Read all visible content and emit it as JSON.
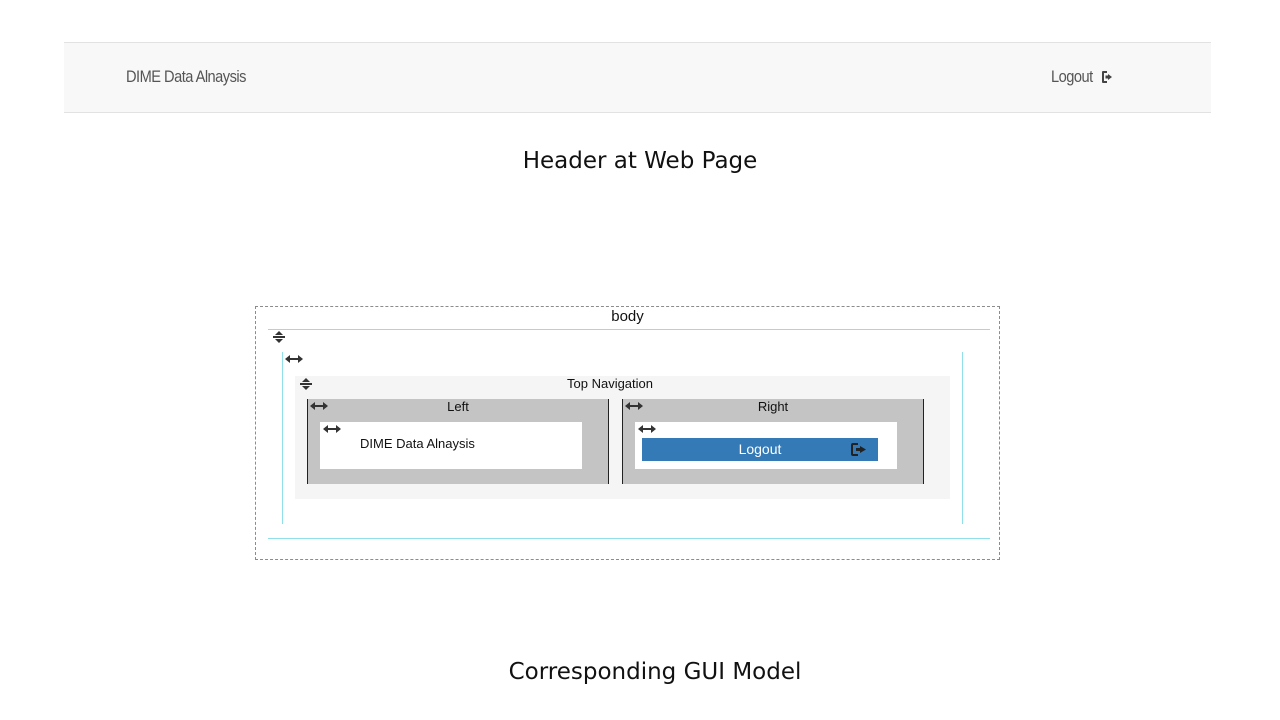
{
  "web_header": {
    "brand": "DIME Data Alnaysis",
    "logout_label": "Logout",
    "logout_icon": "sign-out-icon"
  },
  "captions": {
    "top": "Header at Web Page",
    "bottom": "Corresponding GUI Model"
  },
  "gui_model": {
    "body_label": "body",
    "top_nav_label": "Top Navigation",
    "left_label": "Left",
    "right_label": "Right",
    "brand": "DIME Data Alnaysis",
    "logout_label": "Logout",
    "icons": {
      "vertical_layout": "vertical-layout-icon",
      "horizontal_layout": "horizontal-layout-icon",
      "logout": "sign-out-icon"
    },
    "colors": {
      "button": "#337ab7",
      "panel": "#c4c4c4",
      "guide_line": "#8fe0ea"
    }
  }
}
